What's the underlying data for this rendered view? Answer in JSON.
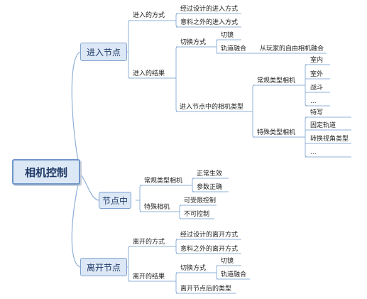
{
  "root": "相机控制",
  "branches": {
    "enter": {
      "label": "进入节点",
      "way": {
        "label": "进入的方式",
        "items": [
          "经过设计的进入方式",
          "意料之外的进入方式"
        ]
      },
      "result": {
        "label": "进入的结果",
        "switch": {
          "label": "切换方式",
          "cut": "切镜",
          "track": "轨道融合",
          "track_note": "从玩家的自由相机融合"
        },
        "types": {
          "label": "进入节点中的相机类型",
          "normal": {
            "label": "常规类型相机",
            "items": [
              "室内",
              "室外",
              "战斗",
              "..."
            ]
          },
          "special": {
            "label": "特殊类型相机",
            "items": [
              "特写",
              "固定轨道",
              "转换视角类型",
              "..."
            ]
          }
        }
      }
    },
    "mid": {
      "label": "节点中",
      "normal": {
        "label": "常规类型相机",
        "items": [
          "正常生效",
          "参数正确"
        ]
      },
      "special": {
        "label": "特殊相机",
        "items": [
          "可受限控制",
          "不可控制"
        ]
      }
    },
    "leave": {
      "label": "离开节点",
      "way": {
        "label": "离开的方式",
        "items": [
          "经过设计的离开方式",
          "意料之外的离开方式"
        ]
      },
      "result": {
        "label": "离开的结果",
        "switch": {
          "label": "切换方式",
          "items": [
            "切镜",
            "轨道融合"
          ]
        },
        "after": "离开节点后的类型"
      }
    }
  }
}
